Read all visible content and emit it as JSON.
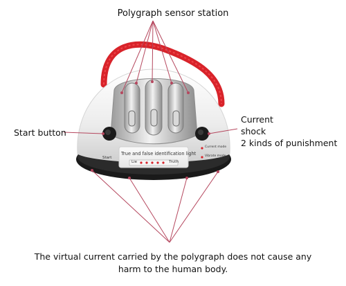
{
  "labels": {
    "top": "Polygraph sensor station",
    "start": "Start button",
    "current_line1": "Current",
    "current_line2": "shock",
    "current_line3": "2 kinds of punishment",
    "bottom": "The virtual current carried by the polygraph does not cause any harm to the human body."
  },
  "device": {
    "panel_title": "True and false identification light",
    "lie": "Lie",
    "truth": "Truth",
    "start_small": "Start",
    "mode1": "Current mode",
    "mode2": "Vibrate mode"
  },
  "colors": {
    "callout_line": "#b5475e",
    "strap": "#d8232a",
    "body": "#f2f2f2",
    "metal": "#c9c9c9",
    "base": "#1a1a1a"
  }
}
